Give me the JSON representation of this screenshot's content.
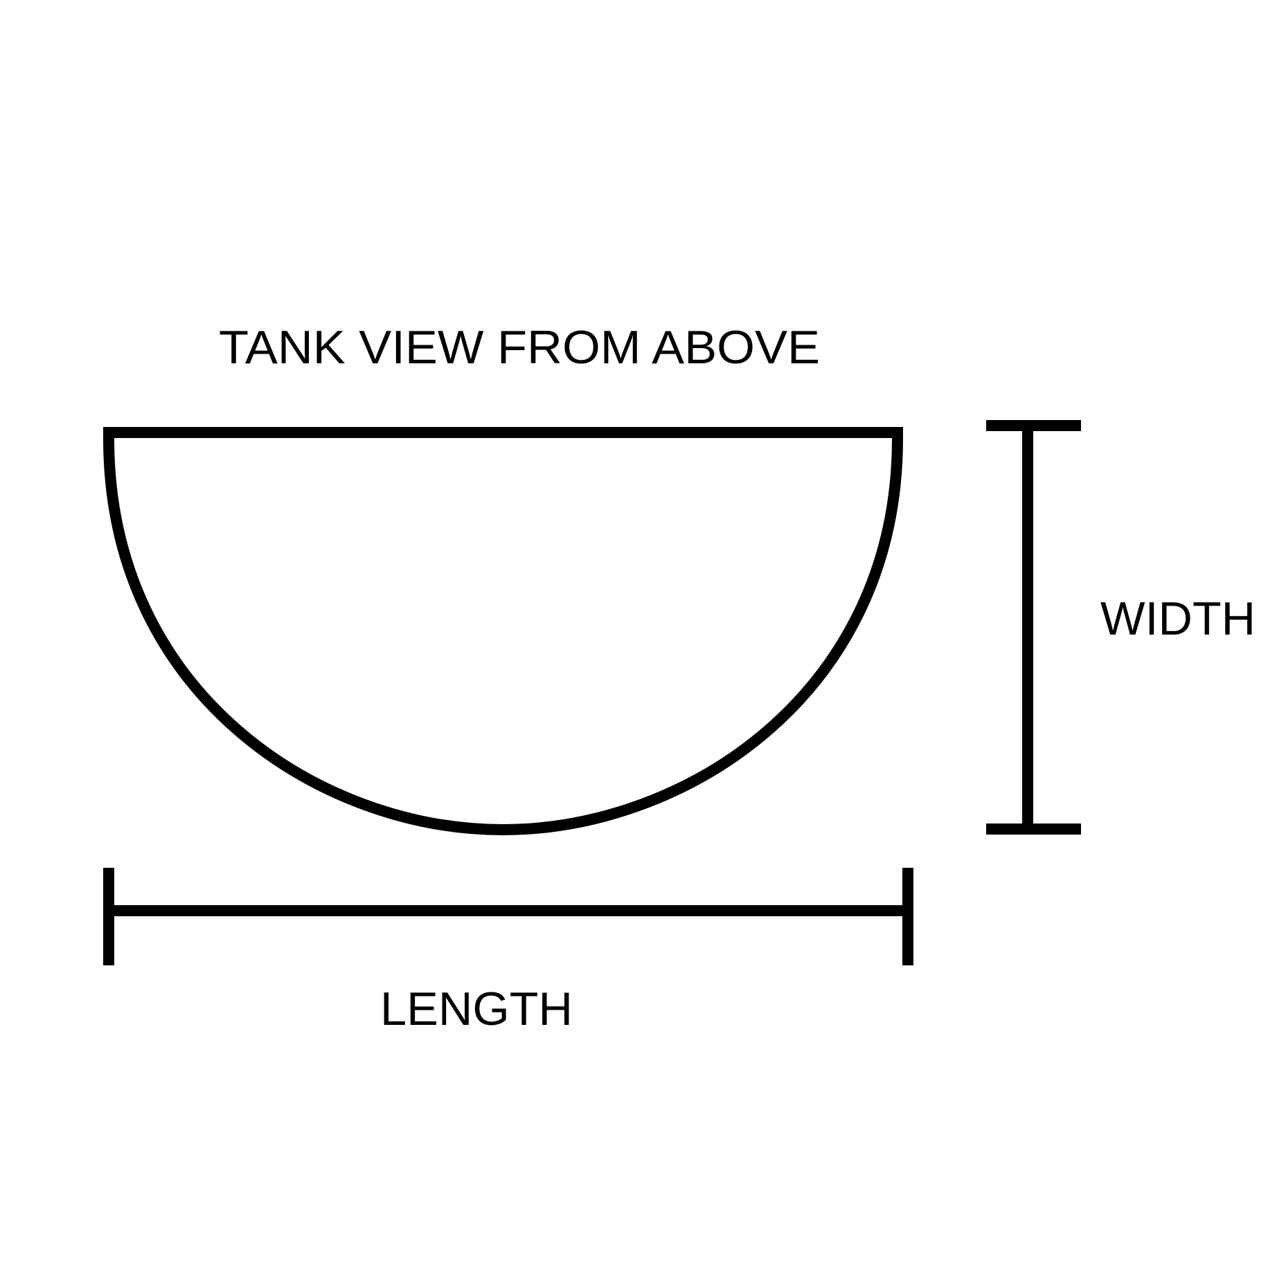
{
  "diagram": {
    "title": "TANK VIEW FROM ABOVE",
    "width_label": "WIDTH",
    "length_label": "LENGTH",
    "stroke_color": "#000000",
    "background_color": "#ffffff"
  }
}
